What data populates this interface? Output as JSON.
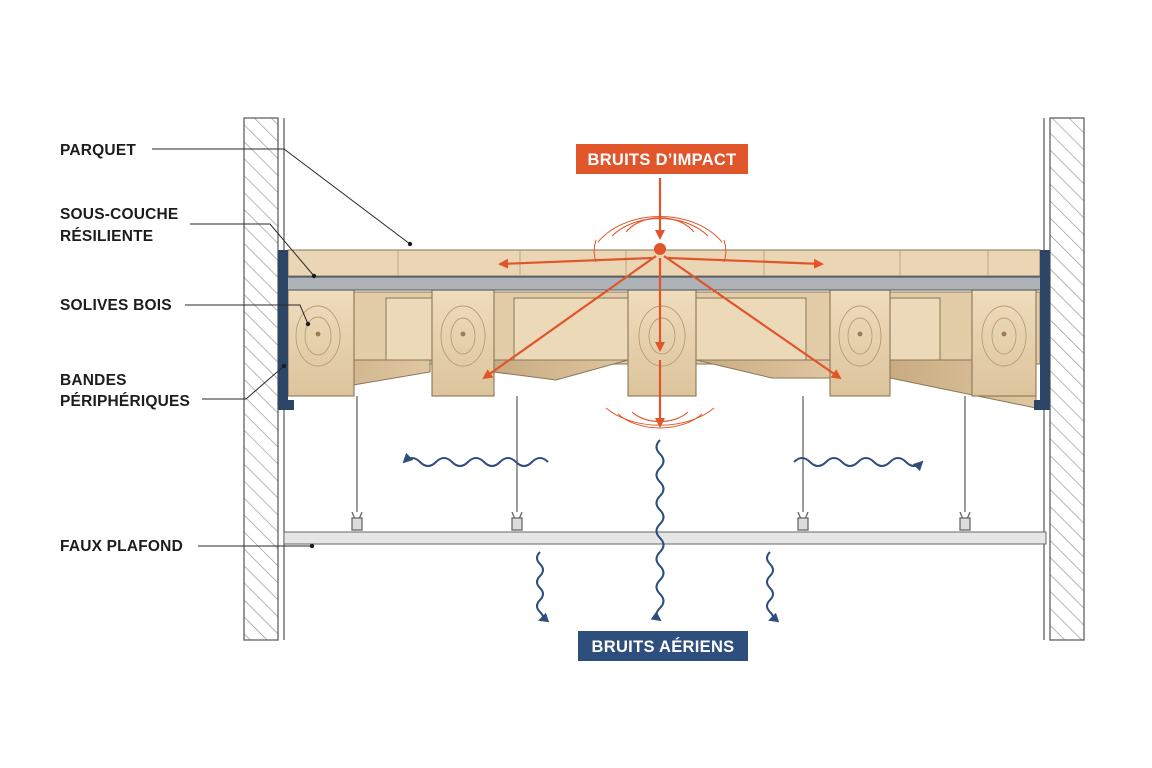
{
  "labels": {
    "parquet": "PARQUET",
    "sous_couche_1": "SOUS-COUCHE",
    "sous_couche_2": "RÉSILIENTE",
    "solives": "SOLIVES BOIS",
    "bandes_1": "BANDES",
    "bandes_2": "PÉRIPHÉRIQUES",
    "faux_plafond": "FAUX PLAFOND"
  },
  "badges": {
    "impact": "BRUITS D’IMPACT",
    "aeriens": "BRUITS AÉRIENS"
  },
  "colors": {
    "impact": "#e0552a",
    "airborne": "#2e4f7e",
    "wall_hatch": "#9a9a9a",
    "wood": "#e8d4b0",
    "wood_dark": "#b99c72",
    "underlay": "#aab0b6",
    "band": "#2d4566"
  },
  "icons": {
    "impact_point": "impact-point-icon",
    "wave": "sound-wave-icon"
  }
}
